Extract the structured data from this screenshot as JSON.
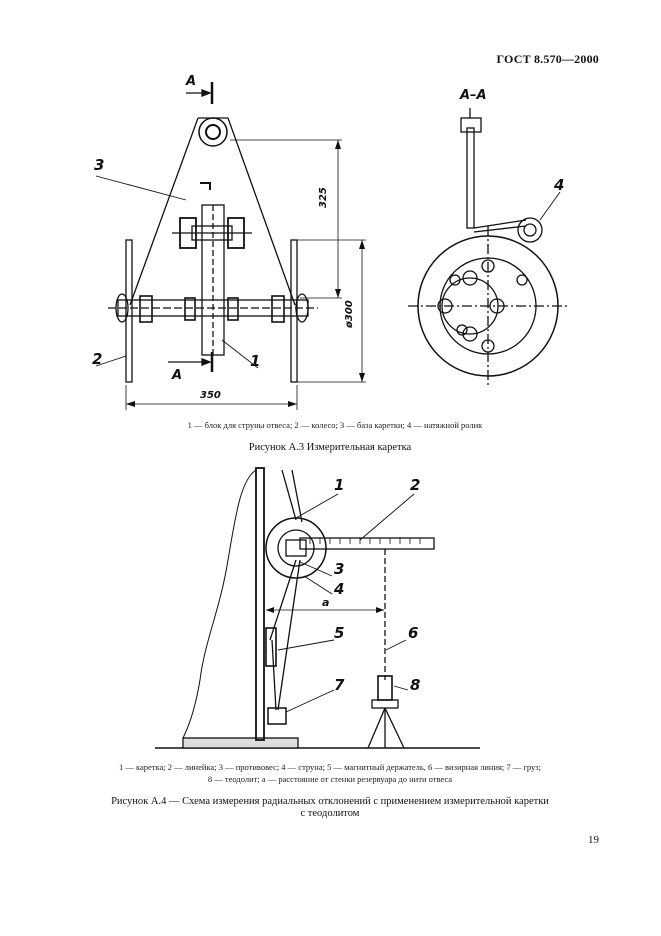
{
  "header": {
    "doc_id": "ГОСТ 8.570—2000"
  },
  "figure_a3": {
    "section_label_left_top": "А",
    "section_label_left_bottom": "А",
    "section_title": "А–А",
    "callouts": {
      "c1": "1",
      "c2": "2",
      "c3": "3",
      "c4": "4"
    },
    "dimensions": {
      "d325": "325",
      "d300": "ø300",
      "d350": "350"
    },
    "legend": "1 — блок для струны отвеса; 2 — колесо; 3 — база каретки; 4 — натяжной ролик",
    "caption": "Рисунок А.3 Измерительная каретка"
  },
  "figure_a4": {
    "callouts": {
      "c1": "1",
      "c2": "2",
      "c3": "3",
      "c4": "4",
      "c5": "5",
      "c6": "6",
      "c7": "7",
      "c8": "8"
    },
    "distance_label": "a",
    "legend_line1": "1 — каретка; 2 — линейка; 3 — противовес; 4 — струна; 5 — магнитный держатель, 6 — визирная линия; 7 — груз;",
    "legend_line2": "8 — теодолит; a — расстояние от стенки резервуара до нити отвеса",
    "caption_line1": "Рисунок А.4 — Схема измерения радиальных отклонений с применением измерительной каретки",
    "caption_line2": "с теодолитом"
  },
  "page_number": "19"
}
